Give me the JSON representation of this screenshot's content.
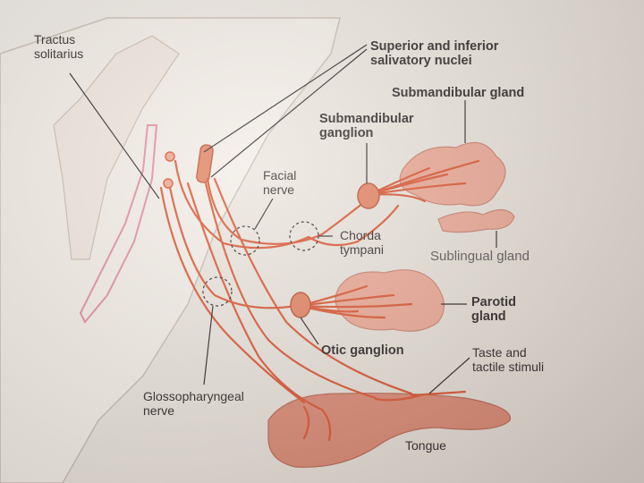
{
  "labels": {
    "tractus": "Tractus\nsolitarius",
    "salivatory": "Superior and inferior\nsalivatory nuclei",
    "submandibular_gland": "Submandibular gland",
    "submandibular_ganglion": "Submandibular\nganglion",
    "facial_nerve": "Facial\nnerve",
    "chorda_tympani": "Chorda\ntympani",
    "sublingual_gland": "Sublingual gland",
    "parotid_gland": "Parotid\ngland",
    "otic_ganglion": "Otic ganglion",
    "taste": "Taste and\ntactile stimuli",
    "glossopharyngeal": "Glossopharyngeal\nnerve",
    "tongue": "Tongue"
  },
  "colors": {
    "nerve": "#d9512c",
    "gland": "#e8a08c",
    "gland_edge": "#c97f6b",
    "ganglion": "#e27f5c",
    "tongue": "#d98670",
    "brainstem": "#f4ede7",
    "leader": "#2a2222"
  }
}
